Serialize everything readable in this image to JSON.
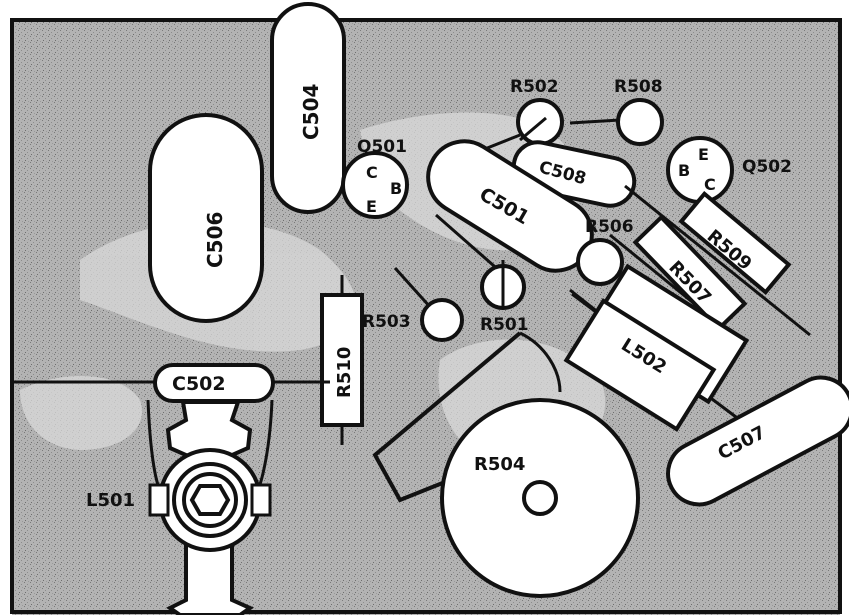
{
  "colors": {
    "board": "#b3b3b3",
    "board_light": "#d9d9d9",
    "ink": "#111111",
    "paper": "#ffffff"
  },
  "components": {
    "c504": "C504",
    "c506": "C506",
    "q501": "Q501",
    "q501_c": "C",
    "q501_b": "B",
    "q501_e": "E",
    "r502": "R502",
    "r508_top": "R508",
    "c508": "C508",
    "q502": "Q502",
    "q502_b": "B",
    "q502_e": "E",
    "q502_c": "C",
    "c501": "C501",
    "r506": "R506",
    "r509": "R509",
    "r507": "R507",
    "r503": "R503",
    "r501": "R501",
    "r510": "R510",
    "c502": "C502",
    "l502": "L502",
    "c507": "C507",
    "r504": "R504",
    "l501": "L501"
  }
}
